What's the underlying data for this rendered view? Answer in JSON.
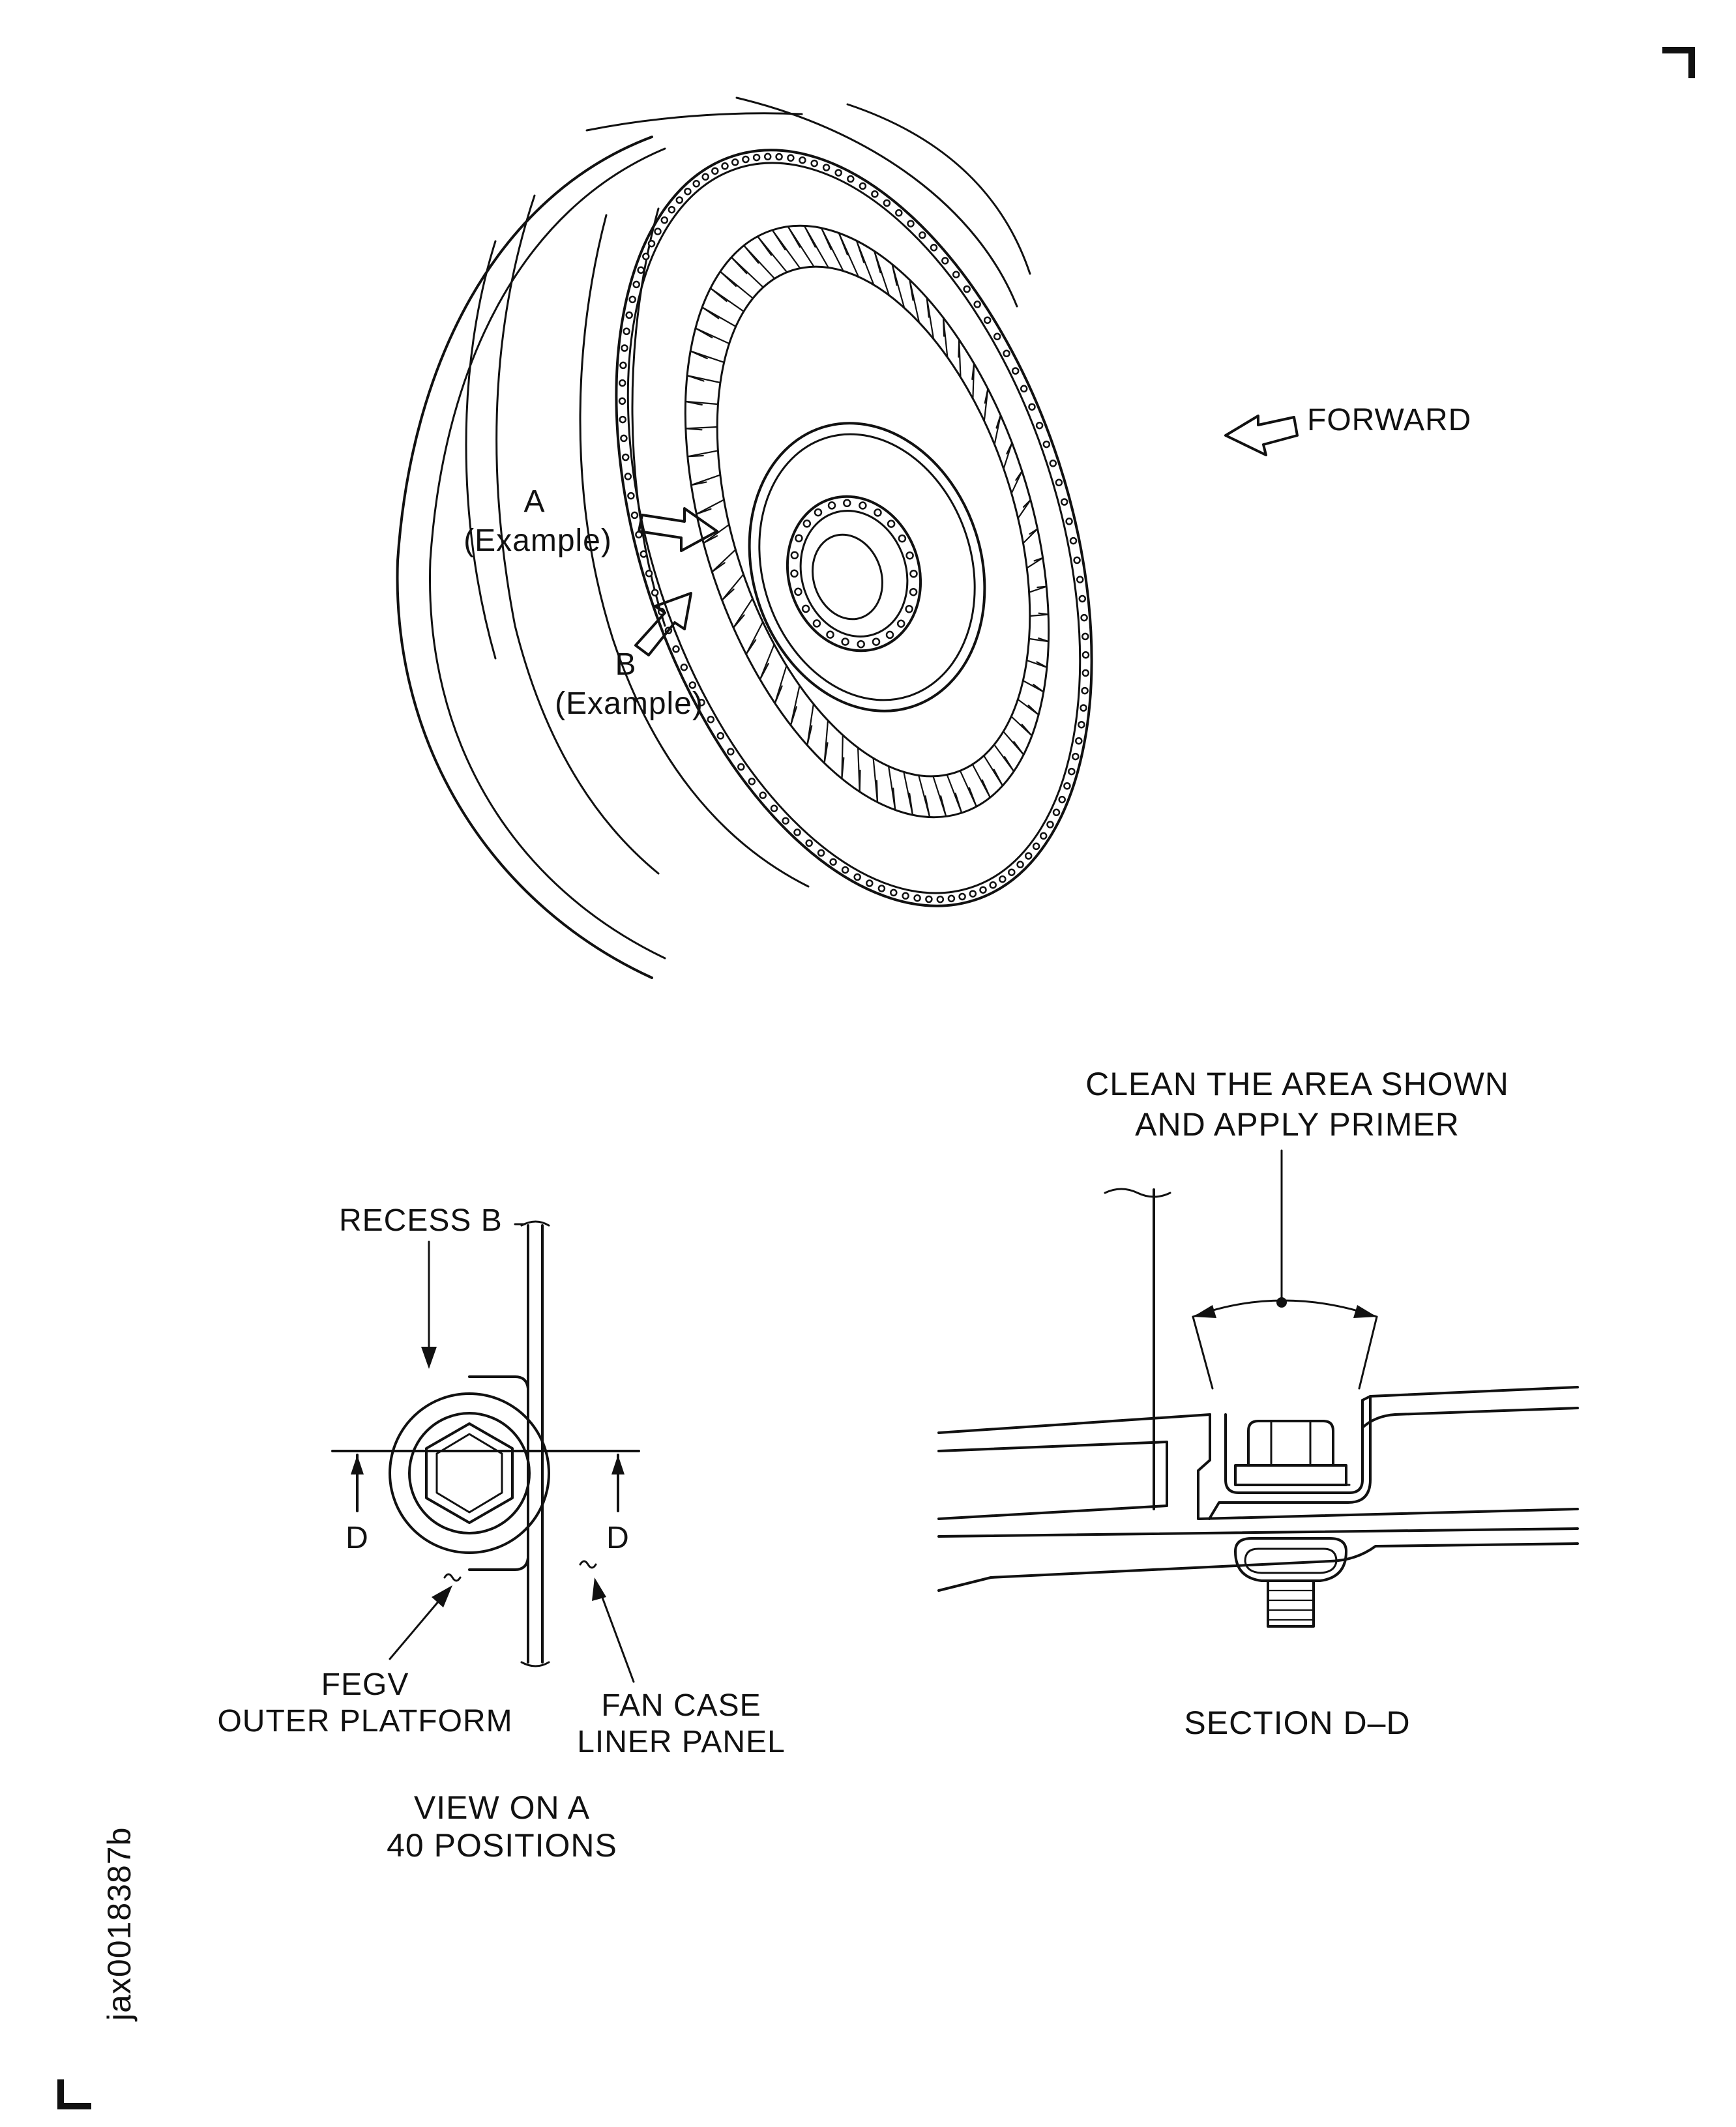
{
  "engine_view": {
    "view_a_arrow_label": "A",
    "view_a_arrow_sub": "(Example)",
    "view_b_arrow_label": "B",
    "view_b_arrow_sub": "(Example)",
    "forward_label": "FORWARD"
  },
  "view_on_a": {
    "recess_label": "RECESS B",
    "section_mark_left": "D",
    "section_mark_right": "D",
    "fegv_label_line1": "FEGV",
    "fegv_label_line2": "OUTER PLATFORM",
    "liner_label_line1": "FAN CASE",
    "liner_label_line2": "LINER PANEL",
    "caption_line1": "VIEW ON A",
    "caption_line2": "40 POSITIONS"
  },
  "section_dd": {
    "note_line1": "CLEAN THE AREA SHOWN",
    "note_line2": "AND APPLY PRIMER",
    "caption": "SECTION D–D"
  },
  "figure_id": "jax0018387b",
  "colors": {
    "ink": "#111111",
    "paper": "#ffffff"
  }
}
